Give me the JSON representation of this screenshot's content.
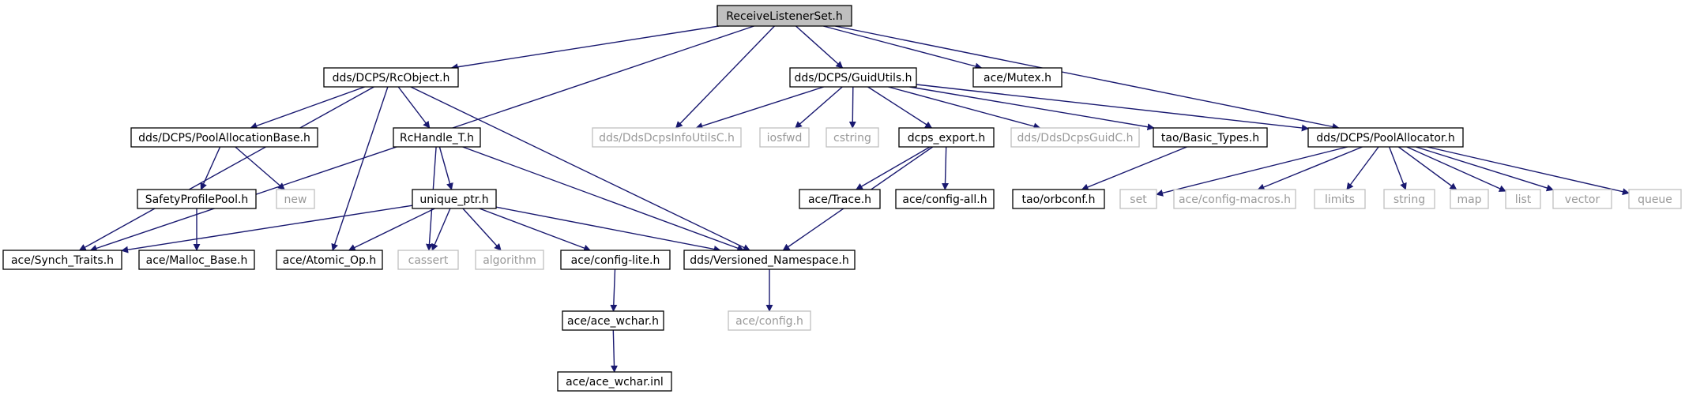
{
  "colors": {
    "edge": "#191970",
    "box_border_dark": "#000000",
    "box_border_light": "#bfbfbf",
    "root_fill": "#bfbfbf",
    "text_dark": "#000000",
    "text_light": "#999999"
  },
  "nodes": [
    {
      "id": "receivelistenerset",
      "label": "ReceiveListenerSet.h",
      "style": "root"
    },
    {
      "id": "rcobject",
      "label": "dds/DCPS/RcObject.h",
      "style": "dark"
    },
    {
      "id": "dcpsinfoutils",
      "label": "dds/DdsDcpsInfoUtilsC.h",
      "style": "light"
    },
    {
      "id": "guidutils",
      "label": "dds/DCPS/GuidUtils.h",
      "style": "dark"
    },
    {
      "id": "mutex",
      "label": "ace/Mutex.h",
      "style": "dark"
    },
    {
      "id": "synchtraits",
      "label": "ace/Synch_Traits.h",
      "style": "dark"
    },
    {
      "id": "poolallocationbase",
      "label": "dds/DCPS/PoolAllocationBase.h",
      "style": "dark"
    },
    {
      "id": "rchandle",
      "label": "RcHandle_T.h",
      "style": "dark"
    },
    {
      "id": "atomicop",
      "label": "ace/Atomic_Op.h",
      "style": "dark"
    },
    {
      "id": "versionedns",
      "label": "dds/Versioned_Namespace.h",
      "style": "dark"
    },
    {
      "id": "safetyprofilepool",
      "label": "SafetyProfilePool.h",
      "style": "dark"
    },
    {
      "id": "new",
      "label": "new",
      "style": "light"
    },
    {
      "id": "mallocbase",
      "label": "ace/Malloc_Base.h",
      "style": "dark"
    },
    {
      "id": "uniqueptr",
      "label": "unique_ptr.h",
      "style": "dark"
    },
    {
      "id": "cassert",
      "label": "cassert",
      "style": "light"
    },
    {
      "id": "algorithm",
      "label": "algorithm",
      "style": "light"
    },
    {
      "id": "configlite",
      "label": "ace/config-lite.h",
      "style": "dark"
    },
    {
      "id": "acewchar",
      "label": "ace/ace_wchar.h",
      "style": "dark"
    },
    {
      "id": "acewcharinl",
      "label": "ace/ace_wchar.inl",
      "style": "dark"
    },
    {
      "id": "aceconfig",
      "label": "ace/config.h",
      "style": "light"
    },
    {
      "id": "iosfwd",
      "label": "iosfwd",
      "style": "light"
    },
    {
      "id": "cstring",
      "label": "cstring",
      "style": "light"
    },
    {
      "id": "dcpsexport",
      "label": "dcps_export.h",
      "style": "dark"
    },
    {
      "id": "ddsdcpsguidc",
      "label": "dds/DdsDcpsGuidC.h",
      "style": "light"
    },
    {
      "id": "basictypes",
      "label": "tao/Basic_Types.h",
      "style": "dark"
    },
    {
      "id": "poolallocator",
      "label": "dds/DCPS/PoolAllocator.h",
      "style": "dark"
    },
    {
      "id": "acetrace",
      "label": "ace/Trace.h",
      "style": "dark"
    },
    {
      "id": "configall",
      "label": "ace/config-all.h",
      "style": "dark"
    },
    {
      "id": "orbconf",
      "label": "tao/orbconf.h",
      "style": "dark"
    },
    {
      "id": "set",
      "label": "set",
      "style": "light"
    },
    {
      "id": "configmacros",
      "label": "ace/config-macros.h",
      "style": "light"
    },
    {
      "id": "limits",
      "label": "limits",
      "style": "light"
    },
    {
      "id": "string",
      "label": "string",
      "style": "light"
    },
    {
      "id": "map",
      "label": "map",
      "style": "light"
    },
    {
      "id": "list",
      "label": "list",
      "style": "light"
    },
    {
      "id": "vector",
      "label": "vector",
      "style": "light"
    },
    {
      "id": "queue",
      "label": "queue",
      "style": "light"
    }
  ],
  "edges": [
    [
      "receivelistenerset",
      "rcobject"
    ],
    [
      "receivelistenerset",
      "dcpsinfoutils"
    ],
    [
      "receivelistenerset",
      "guidutils"
    ],
    [
      "receivelistenerset",
      "mutex"
    ],
    [
      "receivelistenerset",
      "synchtraits"
    ],
    [
      "receivelistenerset",
      "poolallocator"
    ],
    [
      "rcobject",
      "synchtraits"
    ],
    [
      "rcobject",
      "poolallocationbase"
    ],
    [
      "rcobject",
      "rchandle"
    ],
    [
      "rcobject",
      "atomicop"
    ],
    [
      "rcobject",
      "versionedns"
    ],
    [
      "poolallocationbase",
      "safetyprofilepool"
    ],
    [
      "poolallocationbase",
      "new"
    ],
    [
      "safetyprofilepool",
      "mallocbase"
    ],
    [
      "rchandle",
      "uniqueptr"
    ],
    [
      "rchandle",
      "cassert"
    ],
    [
      "rchandle",
      "versionedns"
    ],
    [
      "uniqueptr",
      "synchtraits"
    ],
    [
      "uniqueptr",
      "atomicop"
    ],
    [
      "uniqueptr",
      "cassert"
    ],
    [
      "uniqueptr",
      "algorithm"
    ],
    [
      "uniqueptr",
      "configlite"
    ],
    [
      "uniqueptr",
      "versionedns"
    ],
    [
      "configlite",
      "acewchar"
    ],
    [
      "acewchar",
      "acewcharinl"
    ],
    [
      "versionedns",
      "aceconfig"
    ],
    [
      "guidutils",
      "dcpsinfoutils"
    ],
    [
      "guidutils",
      "iosfwd"
    ],
    [
      "guidutils",
      "cstring"
    ],
    [
      "guidutils",
      "dcpsexport"
    ],
    [
      "guidutils",
      "ddsdcpsguidc"
    ],
    [
      "guidutils",
      "basictypes"
    ],
    [
      "guidutils",
      "poolallocator"
    ],
    [
      "dcpsexport",
      "acetrace"
    ],
    [
      "dcpsexport",
      "configall"
    ],
    [
      "dcpsexport",
      "versionedns"
    ],
    [
      "basictypes",
      "orbconf"
    ],
    [
      "poolallocator",
      "set"
    ],
    [
      "poolallocator",
      "configmacros"
    ],
    [
      "poolallocator",
      "limits"
    ],
    [
      "poolallocator",
      "string"
    ],
    [
      "poolallocator",
      "map"
    ],
    [
      "poolallocator",
      "list"
    ],
    [
      "poolallocator",
      "vector"
    ],
    [
      "poolallocator",
      "queue"
    ]
  ]
}
